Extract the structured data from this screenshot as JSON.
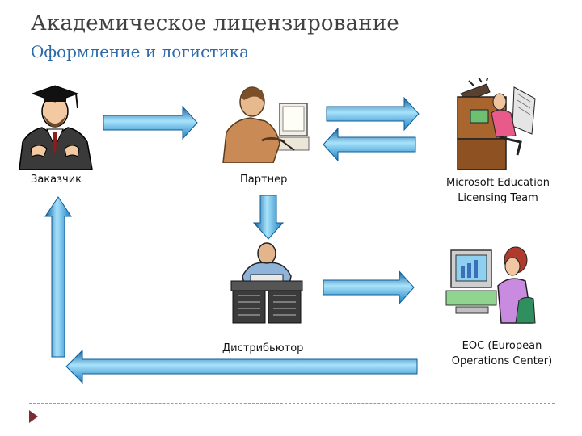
{
  "slide": {
    "title": "Академическое лицензирование",
    "subtitle": "Оформление и логистика"
  },
  "nodes": {
    "customer": {
      "label": "Заказчик",
      "icon": "graduate-icon"
    },
    "partner": {
      "label": "Партнер",
      "icon": "office-worker-icon"
    },
    "distributor": {
      "label": "Дистрибьютор",
      "icon": "distributor-icon"
    },
    "msel": {
      "line1": "Microsoft Education",
      "line2": "Licensing Team",
      "icon": "phone-operator-icon"
    },
    "eoc": {
      "line1": "EOC (European",
      "line2": "Operations Center)",
      "icon": "computer-user-icon"
    }
  },
  "colors": {
    "arrow": "#29a6e6",
    "arrow_light": "#a8e3fb",
    "arrow_dark": "#0d5b97",
    "title": "#404040",
    "subtitle": "#2e6aa8",
    "bullet": "#7b2d36"
  }
}
